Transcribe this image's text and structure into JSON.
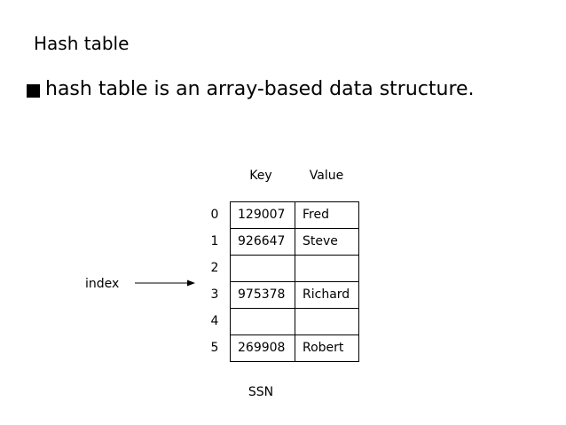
{
  "title": "Hash table",
  "bullet": "hash table is an array-based data structure.",
  "columns": {
    "key": "Key",
    "value": "Value"
  },
  "rows": [
    {
      "index": "0",
      "key": "129007",
      "value": "Fred"
    },
    {
      "index": "1",
      "key": "926647",
      "value": "Steve"
    },
    {
      "index": "2",
      "key": "",
      "value": ""
    },
    {
      "index": "3",
      "key": "975378",
      "value": "Richard"
    },
    {
      "index": "4",
      "key": "",
      "value": ""
    },
    {
      "index": "5",
      "key": "269908",
      "value": "Robert"
    }
  ],
  "index_label": "index",
  "key_caption": "SSN",
  "arrow_target_row": 3
}
